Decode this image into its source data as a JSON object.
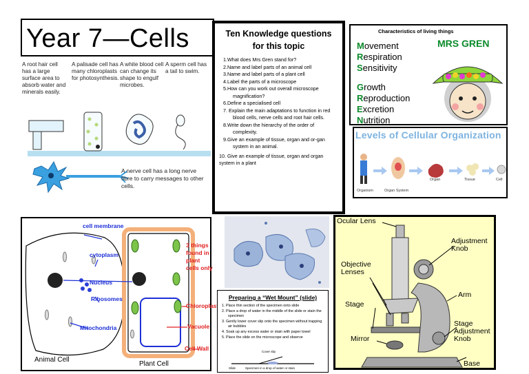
{
  "title": "Year 7—Cells",
  "specialised_cells": {
    "root_hair": "A root hair cell has a large surface area to absorb water and minerals easily.",
    "palisade": "A palisade cell has many chloroplasts for photosynthesis.",
    "white_blood": "A white blood cell can change its shape to engulf microbes.",
    "sperm": "A sperm cell has a tail to swim.",
    "nerve": "A nerve cell has a long nerve fibre to carry messages to other cells."
  },
  "questions": {
    "title": "Ten Knowledge questions for this topic",
    "items": [
      "1.What does Mrs Gren stand for?",
      "2.Name and label parts of an animal cell",
      "3.Name and label parts of a plant cell",
      "4.Label the parts of a microscope",
      "5.How can you work out overall microscope magnification?",
      "6.Define a specialised cell",
      "7. Explain the main adaptations to function in red blood cells, nerve cells and root hair cells.",
      "8.Write down the hierarchy of the order of complexity.",
      "9.Give an example of tissue, organ and or-gan system in an animal."
    ],
    "last": "10. Give an example of tissue, organ and organ system in a plant"
  },
  "mrs_gren": {
    "heading": "Characteristics of living things",
    "name": "MRS GREN",
    "words": [
      {
        "initial": "M",
        "rest": "ovement"
      },
      {
        "initial": "R",
        "rest": "espiration"
      },
      {
        "initial": "S",
        "rest": "ensitivity"
      },
      {
        "initial": "G",
        "rest": "rowth"
      },
      {
        "initial": "R",
        "rest": "eproduction"
      },
      {
        "initial": "E",
        "rest": "xcretion"
      },
      {
        "initial": "N",
        "rest": "utrition"
      }
    ]
  },
  "levels": {
    "title": "Levels of Cellular Organization",
    "labels": [
      "Organism",
      "Organ System",
      "Organ",
      "Tissue",
      "Cell"
    ]
  },
  "animal_plant": {
    "cell_membrane": "cell membrane",
    "cytoplasm": "cytoplasm",
    "nucleus": "Nucleus",
    "ribosomes": "Ribosomes",
    "mitochondria": "Mitochondria",
    "note": "3 things found in plant cells only",
    "chloroplast": "Chloroplast",
    "vacuole": "Vacuole",
    "cell_wall": "Cell Wall",
    "animal_cell": "Animal Cell",
    "plant_cell": "Plant Cell"
  },
  "wet_mount": {
    "title": "Preparing a “Wet Mount” (slide)",
    "steps": [
      "1. Place thin section of the specimen onto slide",
      "2. Place a drop of water in the middle of the slide or stain the specimen",
      "3. Gently lower cover slip onto the specimen without trapping air bubbles",
      "4. Soak up any excess water or stain with paper towel",
      "5. Place the slide on the microscope and observe"
    ],
    "cover_slip": "Cover slip",
    "slide": "Slide",
    "specimen": "Specimen in a drop of water or stain"
  },
  "microscope": {
    "ocular_lens": "Ocular Lens",
    "adjustment_knob": "Adjustment Knob",
    "objective_lenses": "Objective Lenses",
    "arm": "Arm",
    "stage": "Stage",
    "stage_adjustment_knob": "Stage Adjustment Knob",
    "mirror": "Mirror",
    "base": "Base"
  }
}
